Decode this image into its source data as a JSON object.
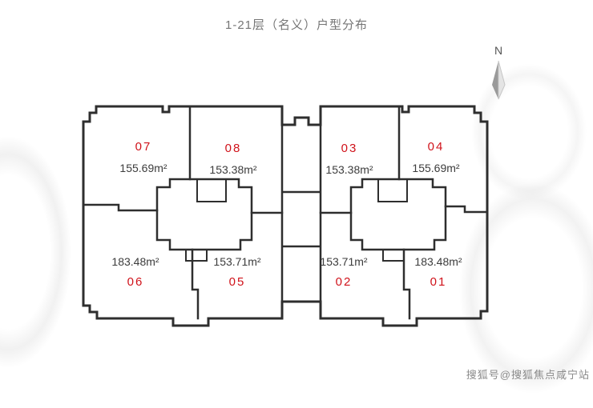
{
  "page": {
    "title": "1-21层（名义）户型分布",
    "north_label": "N",
    "watermark": "搜狐号@搜狐焦点咸宁站"
  },
  "colors": {
    "unit_number_red": "#d0121a",
    "plan_line": "#2e2e2e",
    "title_gray": "#757575",
    "watermark_gray": "#8a8a8a"
  },
  "units": [
    {
      "id": "07",
      "area": "155.69m²",
      "row": "top"
    },
    {
      "id": "08",
      "area": "153.38m²",
      "row": "top"
    },
    {
      "id": "03",
      "area": "153.38m²",
      "row": "top"
    },
    {
      "id": "04",
      "area": "155.69m²",
      "row": "top"
    },
    {
      "id": "06",
      "area": "183.48m²",
      "row": "bottom"
    },
    {
      "id": "05",
      "area": "153.71m²",
      "row": "bottom"
    },
    {
      "id": "02",
      "area": "153.71m²",
      "row": "bottom"
    },
    {
      "id": "01",
      "area": "183.48m²",
      "row": "bottom"
    }
  ]
}
